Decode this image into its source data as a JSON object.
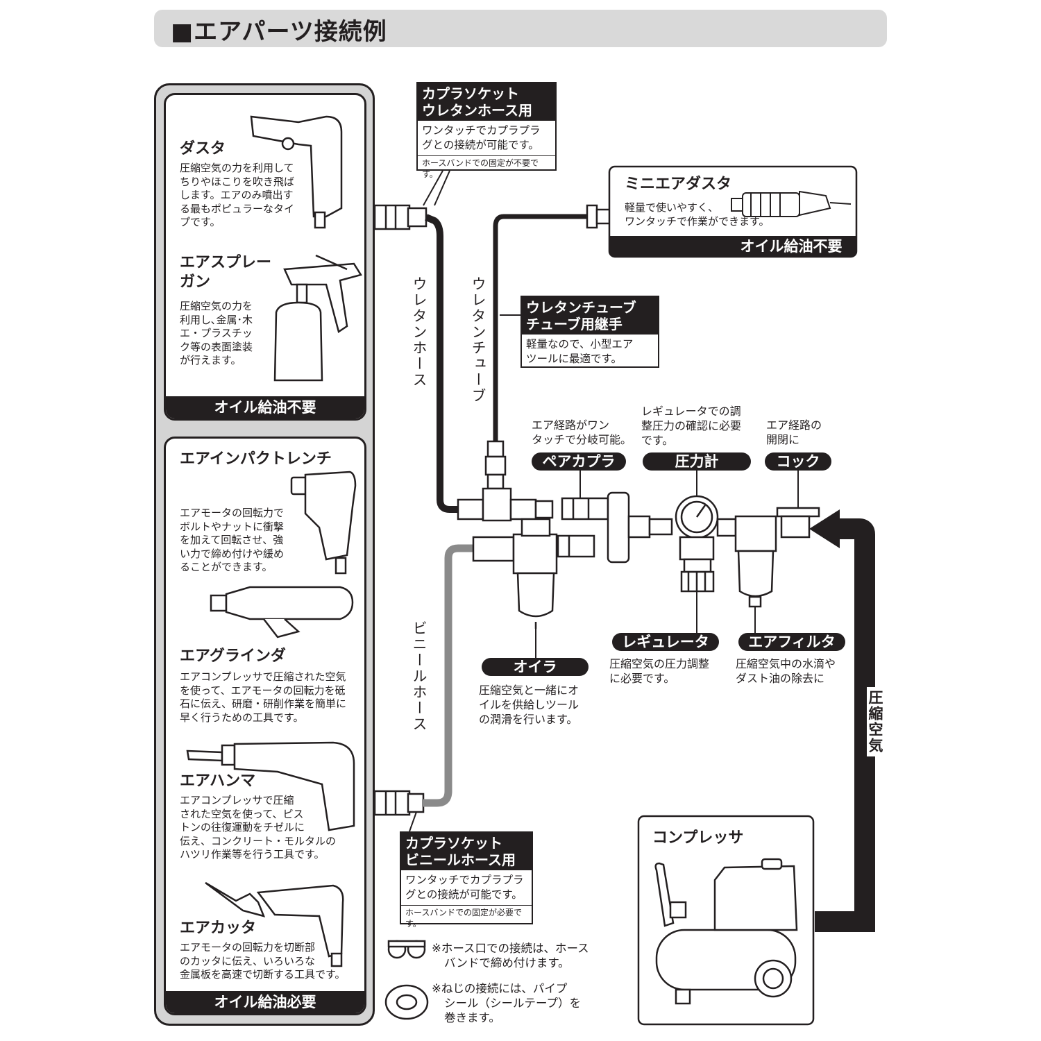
{
  "title": "■エアパーツ接続例",
  "tool_panels": {
    "panel1": {
      "footer": "オイル給油不要",
      "tools": [
        {
          "name": "ダスタ",
          "desc": [
            "圧縮空気の力を利用して",
            "ちりやほこりを吹き飛ば",
            "します。エアのみ噴出す",
            "る最もポピュラーなタイ",
            "プです。"
          ]
        },
        {
          "name": [
            "エアスプレー",
            "ガン"
          ],
          "desc": [
            "圧縮空気の力を",
            "利用し､金属･木",
            "エ・プラスチッ",
            "ク等の表面塗装",
            "が行えます。"
          ]
        }
      ]
    },
    "panel2": {
      "footer": "オイル給油必要",
      "tools": [
        {
          "name": "エアインパクトレンチ",
          "desc": [
            "エアモータの回転力で",
            "ボルトやナットに衝撃",
            "を加えて回転させ、強",
            "い力で締め付けや緩め",
            "ることができます。"
          ]
        },
        {
          "name": "エアグラインダ",
          "desc": [
            "エアコンプレッサで圧縮された空気",
            "を使って、エアモータの回転力を砥",
            "石に伝え、研磨・研削作業を簡単に",
            "早く行うための工具です。"
          ]
        },
        {
          "name": "エアハンマ",
          "desc": [
            "エアコンプレッサで圧縮",
            "された空気を使って、ピス",
            "トンの往復運動をチゼルに",
            "伝え、コンクリート・モルタルの",
            "ハツリ作業等を行う工具です。"
          ]
        },
        {
          "name": "エアカッタ",
          "desc": [
            "エアモータの回転力を切断部",
            "のカッタに伝え、いろいろな",
            "金属板を高速で切断する工具です。"
          ]
        }
      ]
    }
  },
  "callouts": {
    "coupler_urethane": {
      "head": [
        "カプラソケット",
        "ウレタンホース用"
      ],
      "body": [
        "ワンタッチでカプラプラ",
        "グとの接続が可能です。"
      ],
      "note": "ホースバンドでの固定が不要です。"
    },
    "urethane_tube": {
      "head": [
        "ウレタンチューブ",
        "チューブ用継手"
      ],
      "body": [
        "軽量なので、小型エア",
        "ツールに最適です。"
      ]
    },
    "coupler_vinyl": {
      "head": [
        "カプラソケット",
        "ビニールホース用"
      ],
      "body": [
        "ワンタッチでカプラプラ",
        "グとの接続が可能です。"
      ],
      "note": "ホースバンドでの固定が必要です。"
    }
  },
  "mini_duster": {
    "name": "ミニエアダスタ",
    "desc": [
      "軽量で使いやすく、",
      "ワンタッチで作業ができます。"
    ],
    "footer": "オイル給油不要"
  },
  "hoses": {
    "urethane_hose": "ウレタンホース",
    "urethane_tube": "ウレタンチューブ",
    "vinyl_hose": "ビニールホース",
    "compressed_air": "圧縮空気"
  },
  "components": {
    "pair_coupler": {
      "label": "ペアカプラ",
      "desc": [
        "エア経路がワン",
        "タッチで分岐可能。"
      ]
    },
    "pressure_gauge": {
      "label": "圧力計",
      "desc": [
        "レギュレータでの調",
        "整圧力の確認に必要",
        "です。"
      ]
    },
    "cock": {
      "label": "コック",
      "desc": [
        "エア経路の",
        "開閉に"
      ]
    },
    "oiler": {
      "label": "オイラ",
      "desc": [
        "圧縮空気と一緒にオ",
        "イルを供給しツール",
        "の潤滑を行います。"
      ]
    },
    "regulator": {
      "label": "レギュレータ",
      "desc": [
        "圧縮空気の圧力調整",
        "に必要です。"
      ]
    },
    "air_filter": {
      "label": "エアフィルタ",
      "desc": [
        "圧縮空気中の水滴や",
        "ダスト油の除去に"
      ]
    }
  },
  "compressor": {
    "name": "コンプレッサ"
  },
  "notes": {
    "hose_band": [
      "※ホース口での接続は、ホース",
      "バンドで締め付けます。"
    ],
    "seal_tape": [
      "※ねじの接続には、パイプ",
      "シール（シールテープ）を",
      "巻きます。"
    ]
  }
}
